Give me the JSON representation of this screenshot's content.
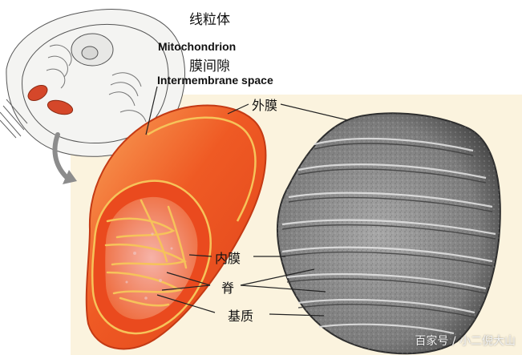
{
  "labels": {
    "mito_cn": "线粒体",
    "mito_en": "Mitochondrion",
    "ims_cn": "膜间隙",
    "ims_en": "Intermembrane space",
    "outer_membrane": "外膜",
    "inner_membrane": "内膜",
    "cristae": "脊",
    "matrix": "基质"
  },
  "watermark": "百家号 / 小二倪大山",
  "colors": {
    "background_panel": "#fbf3de",
    "mito_red": "#ee4a1c",
    "mito_orange": "#f7922d",
    "membrane_line": "#f6c35a",
    "micrograph_gray": "#7c7c7c"
  }
}
